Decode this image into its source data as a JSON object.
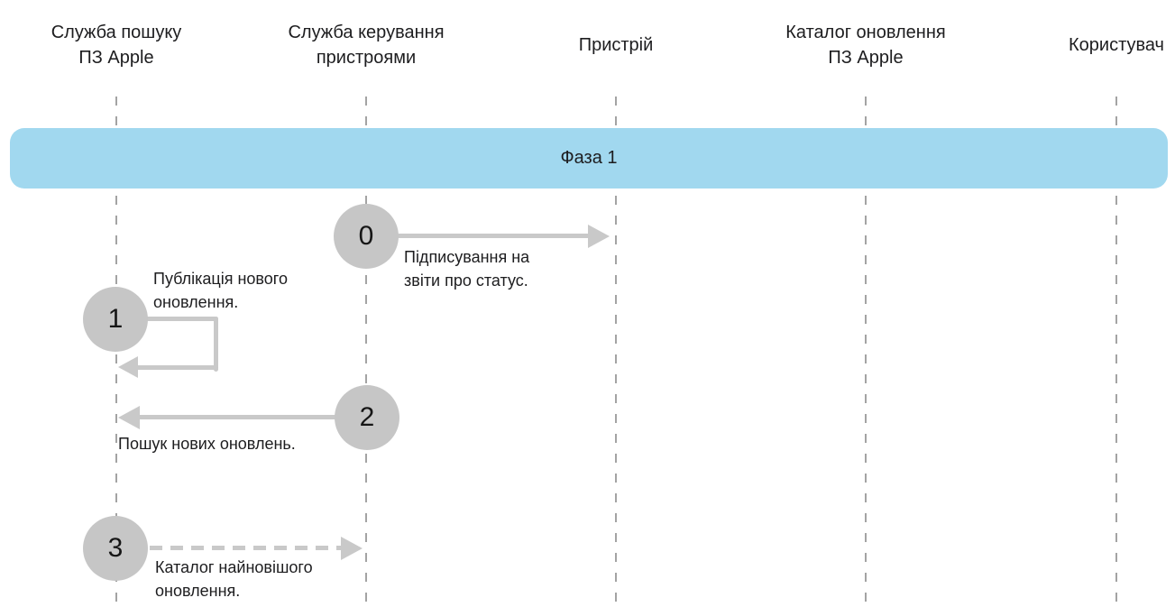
{
  "colors": {
    "phase_band": "#A1D8EF",
    "step_circle": "#C6C6C6",
    "arrow": "#C9C9C9",
    "lifeline": "#A3A3A3",
    "text": "#1D1D1F"
  },
  "actors": [
    {
      "label": "Служба пошуку\nПЗ Apple"
    },
    {
      "label": "Служба керування\nпристроями"
    },
    {
      "label": "Пристрій"
    },
    {
      "label": "Каталог оновлення\nПЗ Apple"
    },
    {
      "label": "Користувач"
    }
  ],
  "phase": {
    "label": "Фаза 1"
  },
  "steps": [
    {
      "number": "0",
      "label": "Підписування на\nзвіти про статус.",
      "from": "Служба керування пристроями",
      "to": "Пристрій",
      "arrow_style": "solid",
      "direction": "right"
    },
    {
      "number": "1",
      "label": "Публікація нового\nоновлення.",
      "from": "Служба пошуку ПЗ Apple",
      "to": "Служба пошуку ПЗ Apple",
      "arrow_style": "solid",
      "direction": "self-loop"
    },
    {
      "number": "2",
      "label": "Пошук нових оновлень.",
      "from": "Служба керування пристроями",
      "to": "Служба пошуку ПЗ Apple",
      "arrow_style": "solid",
      "direction": "left"
    },
    {
      "number": "3",
      "label": "Каталог найновішого\nоновлення.",
      "from": "Служба пошуку ПЗ Apple",
      "to": "Служба керування пристроями",
      "arrow_style": "dashed",
      "direction": "right"
    }
  ]
}
